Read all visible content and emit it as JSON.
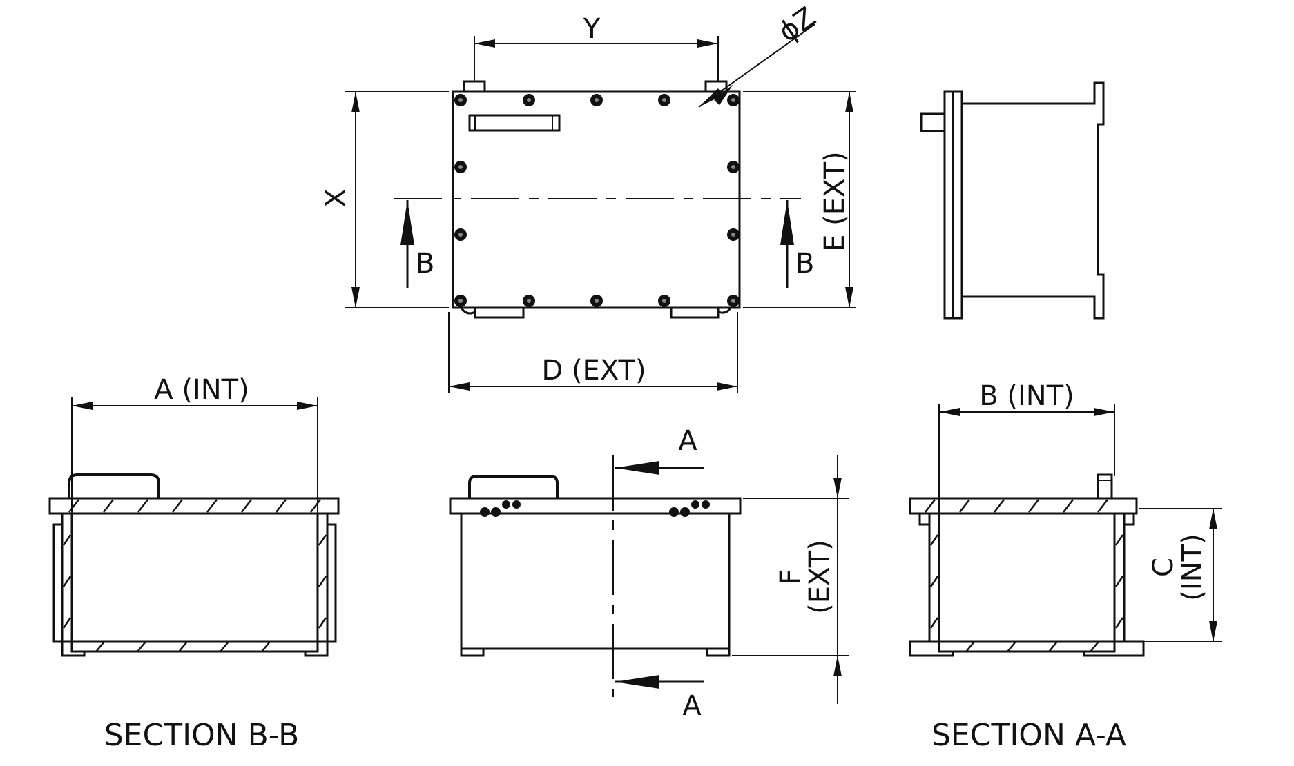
{
  "labels": {
    "y": "Y",
    "phi_z": "ϕZ",
    "x": "X",
    "e_ext": "E (EXT)",
    "b_left": "B",
    "b_right": "B",
    "d_ext": "D (EXT)",
    "a_int": "A (INT)",
    "a_top": "A",
    "a_bottom": "A",
    "f": "F",
    "f_ext": "(EXT)",
    "b_int": "B (INT)",
    "c": "C",
    "c_int": "(INT)"
  },
  "captions": {
    "section_bb": "SECTION B-B",
    "section_aa": "SECTION A-A"
  },
  "colors": {
    "line": "#111111",
    "background": "#ffffff"
  }
}
